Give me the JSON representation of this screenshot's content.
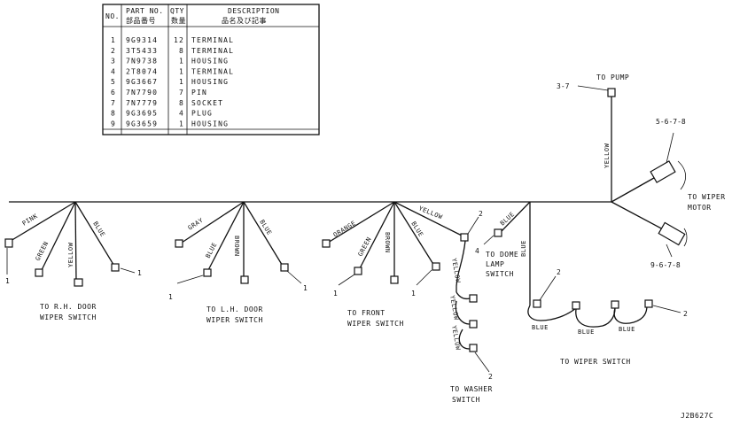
{
  "table": {
    "headers": {
      "no": "NO.",
      "part_no": "PART NO.",
      "part_no_sub": "部品番号",
      "qty": "QTY",
      "qty_sub": "数量",
      "description": "DESCRIPTION",
      "description_sub": "品名及び記事"
    },
    "rows": [
      {
        "no": "1",
        "part_no": "9G9314",
        "qty": "12",
        "desc": "TERMINAL"
      },
      {
        "no": "2",
        "part_no": "3T5433",
        "qty": "8",
        "desc": "TERMINAL"
      },
      {
        "no": "3",
        "part_no": "7N9738",
        "qty": "1",
        "desc": "HOUSING"
      },
      {
        "no": "4",
        "part_no": "2T8074",
        "qty": "1",
        "desc": "TERMINAL"
      },
      {
        "no": "5",
        "part_no": "9G3667",
        "qty": "1",
        "desc": "HOUSING"
      },
      {
        "no": "6",
        "part_no": "7N7790",
        "qty": "7",
        "desc": "PIN"
      },
      {
        "no": "7",
        "part_no": "7N7779",
        "qty": "8",
        "desc": "SOCKET"
      },
      {
        "no": "8",
        "part_no": "9G3695",
        "qty": "4",
        "desc": "PLUG"
      },
      {
        "no": "9",
        "part_no": "9G3659",
        "qty": "1",
        "desc": "HOUSING"
      }
    ]
  },
  "wires": {
    "pink": "PINK",
    "green": "GREEN",
    "yellow": "YELLOW",
    "blue": "BLUE",
    "gray": "GRAY",
    "brown": "BROWN",
    "orange": "ORANGE"
  },
  "labels": {
    "rh_door_line1": "TO R.H. DOOR",
    "rh_door_line2": "WIPER SWITCH",
    "lh_door_line1": "TO L.H. DOOR",
    "lh_door_line2": "WIPER SWITCH",
    "front_line1": "TO FRONT",
    "front_line2": "WIPER SWITCH",
    "washer_line1": "TO WASHER",
    "washer_line2": "SWITCH",
    "dome_line1": "TO DOME",
    "dome_line2": "LAMP",
    "dome_line3": "SWITCH",
    "wiper_switch": "TO WIPER SWITCH",
    "pump": "TO PUMP",
    "motor_line1": "TO WIPER",
    "motor_line2": "MOTOR"
  },
  "callouts": {
    "one": "1",
    "two": "2",
    "four": "4",
    "pump_ref": "3-7",
    "motor_upper_ref": "5-6-7-8",
    "motor_lower_ref": "9-6-7-8"
  },
  "drawing_number": "J2B627C"
}
